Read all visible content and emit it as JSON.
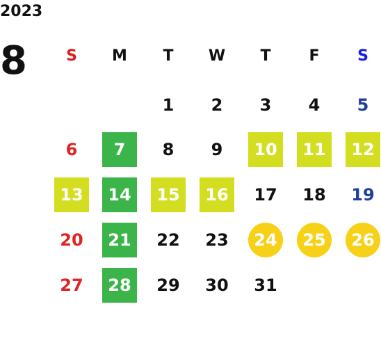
{
  "calendar": {
    "year": "2023",
    "month": "8",
    "weekdays": [
      "S",
      "M",
      "T",
      "W",
      "T",
      "F",
      "S"
    ],
    "weekday_colors": [
      "#e01a1a",
      "#111111",
      "#111111",
      "#111111",
      "#111111",
      "#111111",
      "#1a1ae0"
    ],
    "colors": {
      "green": "#3bb54a",
      "lime": "#d4de21",
      "gold": "#f7d117",
      "sunday": "#e02424",
      "saturday": "#1f3f9a"
    },
    "days": [
      {
        "label": "1",
        "col": 2,
        "row": 0,
        "style": "plain"
      },
      {
        "label": "2",
        "col": 3,
        "row": 0,
        "style": "plain"
      },
      {
        "label": "3",
        "col": 4,
        "row": 0,
        "style": "plain"
      },
      {
        "label": "4",
        "col": 5,
        "row": 0,
        "style": "plain"
      },
      {
        "label": "5",
        "col": 6,
        "row": 0,
        "style": "sat"
      },
      {
        "label": "6",
        "col": 0,
        "row": 1,
        "style": "sun"
      },
      {
        "label": "7",
        "col": 1,
        "row": 1,
        "style": "green"
      },
      {
        "label": "8",
        "col": 2,
        "row": 1,
        "style": "plain"
      },
      {
        "label": "9",
        "col": 3,
        "row": 1,
        "style": "plain"
      },
      {
        "label": "10",
        "col": 4,
        "row": 1,
        "style": "lime"
      },
      {
        "label": "11",
        "col": 5,
        "row": 1,
        "style": "lime"
      },
      {
        "label": "12",
        "col": 6,
        "row": 1,
        "style": "lime"
      },
      {
        "label": "13",
        "col": 0,
        "row": 2,
        "style": "lime"
      },
      {
        "label": "14",
        "col": 1,
        "row": 2,
        "style": "green"
      },
      {
        "label": "15",
        "col": 2,
        "row": 2,
        "style": "lime"
      },
      {
        "label": "16",
        "col": 3,
        "row": 2,
        "style": "lime"
      },
      {
        "label": "17",
        "col": 4,
        "row": 2,
        "style": "plain"
      },
      {
        "label": "18",
        "col": 5,
        "row": 2,
        "style": "plain"
      },
      {
        "label": "19",
        "col": 6,
        "row": 2,
        "style": "sat"
      },
      {
        "label": "20",
        "col": 0,
        "row": 3,
        "style": "sun"
      },
      {
        "label": "21",
        "col": 1,
        "row": 3,
        "style": "green"
      },
      {
        "label": "22",
        "col": 2,
        "row": 3,
        "style": "plain"
      },
      {
        "label": "23",
        "col": 3,
        "row": 3,
        "style": "plain"
      },
      {
        "label": "24",
        "col": 4,
        "row": 3,
        "style": "gold"
      },
      {
        "label": "25",
        "col": 5,
        "row": 3,
        "style": "gold"
      },
      {
        "label": "26",
        "col": 6,
        "row": 3,
        "style": "gold"
      },
      {
        "label": "27",
        "col": 0,
        "row": 4,
        "style": "sun"
      },
      {
        "label": "28",
        "col": 1,
        "row": 4,
        "style": "green"
      },
      {
        "label": "29",
        "col": 2,
        "row": 4,
        "style": "plain"
      },
      {
        "label": "30",
        "col": 3,
        "row": 4,
        "style": "plain"
      },
      {
        "label": "31",
        "col": 4,
        "row": 4,
        "style": "plain"
      }
    ]
  }
}
